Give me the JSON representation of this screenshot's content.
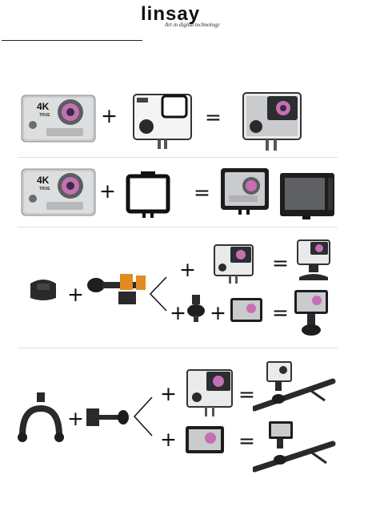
{
  "brand": {
    "logo_text": "linsay",
    "tagline": "Art in digital technology"
  },
  "icons": {
    "camera": "action-camera-icon",
    "housing": "waterproof-housing-icon",
    "frame": "frame-mount-icon",
    "adhesive_base": "adhesive-base-mount-icon",
    "screw": "thumb-screw-icon",
    "tripod_adapter": "tripod-adapter-icon",
    "handlebar_clamp": "handlebar-clamp-icon",
    "extension_arm": "extension-arm-icon",
    "helmet_mount": "mounted-camera-icon",
    "bike_handlebar": "bike-handlebar-icon"
  },
  "camera_label": "4K",
  "camera_sublabel": "TRUE",
  "symbols": {
    "plus": "+",
    "equals": "="
  }
}
